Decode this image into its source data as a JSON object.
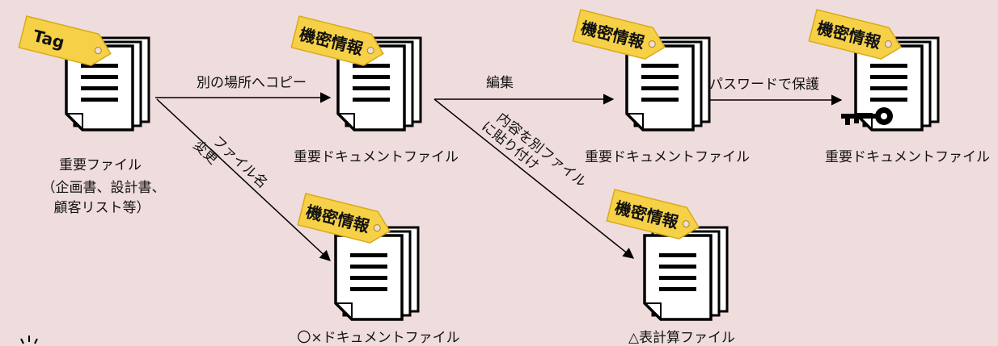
{
  "diagram": {
    "nodes": {
      "source": {
        "tag": "Tag",
        "caption_lines": [
          "重要ファイル",
          "（企画書、設計書、",
          "顧客リスト等）"
        ]
      },
      "copy": {
        "tag": "機密情報",
        "caption": "重要ドキュメントファイル"
      },
      "edited": {
        "tag": "機密情報",
        "caption": "重要ドキュメントファイル"
      },
      "protected": {
        "tag": "機密情報",
        "caption": "重要ドキュメントファイル"
      },
      "renamed": {
        "tag": "機密情報",
        "caption": "〇×ドキュメントファイル"
      },
      "pasted": {
        "tag": "機密情報",
        "caption": "△表計算ファイル"
      }
    },
    "edges": {
      "copy": "別の場所へコピー",
      "edit": "編集",
      "password": "パスワードで保護",
      "rename_line1": "ファイル名",
      "rename_line2": "変更",
      "paste_line1": "内容を別ファイル",
      "paste_line2": "に貼り付け"
    },
    "colors": {
      "background": "#efdcdc",
      "tag_fill": "#f6d148",
      "tag_stroke": "#d9a91a",
      "document_fill": "#ffffff",
      "stroke": "#000000"
    }
  }
}
